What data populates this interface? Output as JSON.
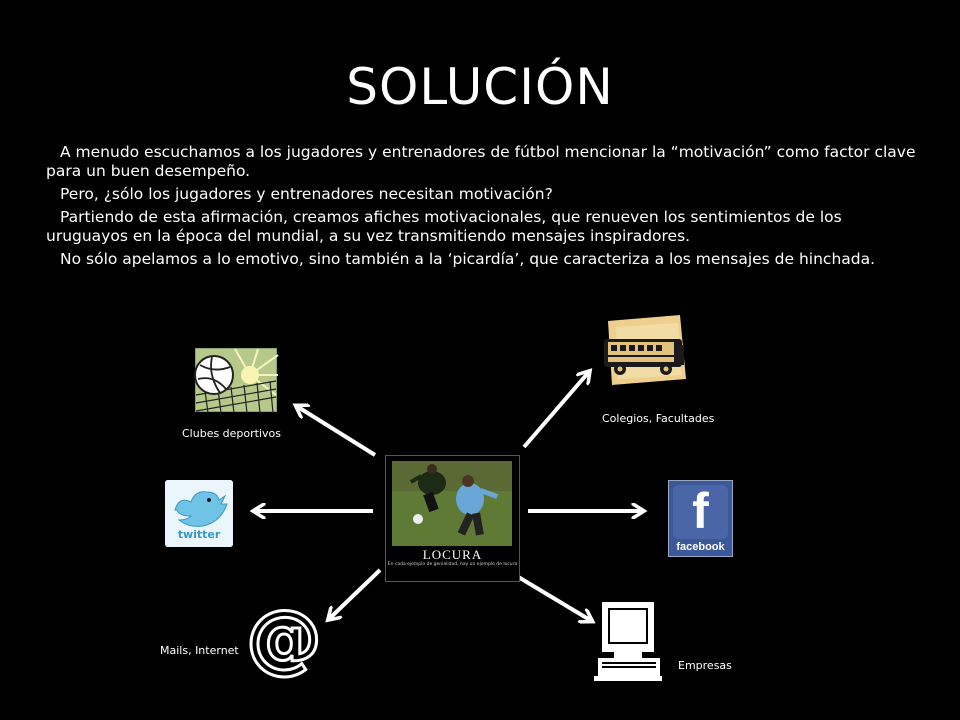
{
  "slide": {
    "title": "SOLUCIÓN",
    "paragraphs": [
      "A menudo escuchamos a los jugadores y entrenadores de fútbol mencionar la “motivación” como factor clave para un buen desempeño.",
      "Pero, ¿sólo  los jugadores y entrenadores necesitan motivación?",
      "Partiendo de esta afirmación, creamos afiches motivacionales, que renueven los sentimientos de los uruguayos en la época del mundial, a su vez transmitiendo mensajes inspiradores.",
      "No sólo apelamos a lo emotivo, sino también a la ‘picardía’, que caracteriza a los mensajes de hinchada."
    ]
  },
  "diagram": {
    "center": {
      "caption": "LOCURA",
      "subcaption": "En cada ejemplo de genialidad, hay un ejemplo de locura"
    },
    "nodes": [
      {
        "id": "clubs",
        "label": "Clubes deportivos",
        "icon": "volleyball-net-icon"
      },
      {
        "id": "schools",
        "label": "Colegios, Facultades",
        "icon": "school-bus-icon"
      },
      {
        "id": "twitter",
        "label": "",
        "icon": "twitter-bird-icon",
        "icon_text": "twitter"
      },
      {
        "id": "facebook",
        "label": "",
        "icon": "facebook-icon",
        "icon_text": "facebook"
      },
      {
        "id": "mails",
        "label": "Mails,  Internet",
        "icon": "at-sign-icon",
        "icon_text": "@"
      },
      {
        "id": "companies",
        "label": "Empresas",
        "icon": "computer-icon"
      }
    ],
    "arrow_color": "#ffffff"
  }
}
